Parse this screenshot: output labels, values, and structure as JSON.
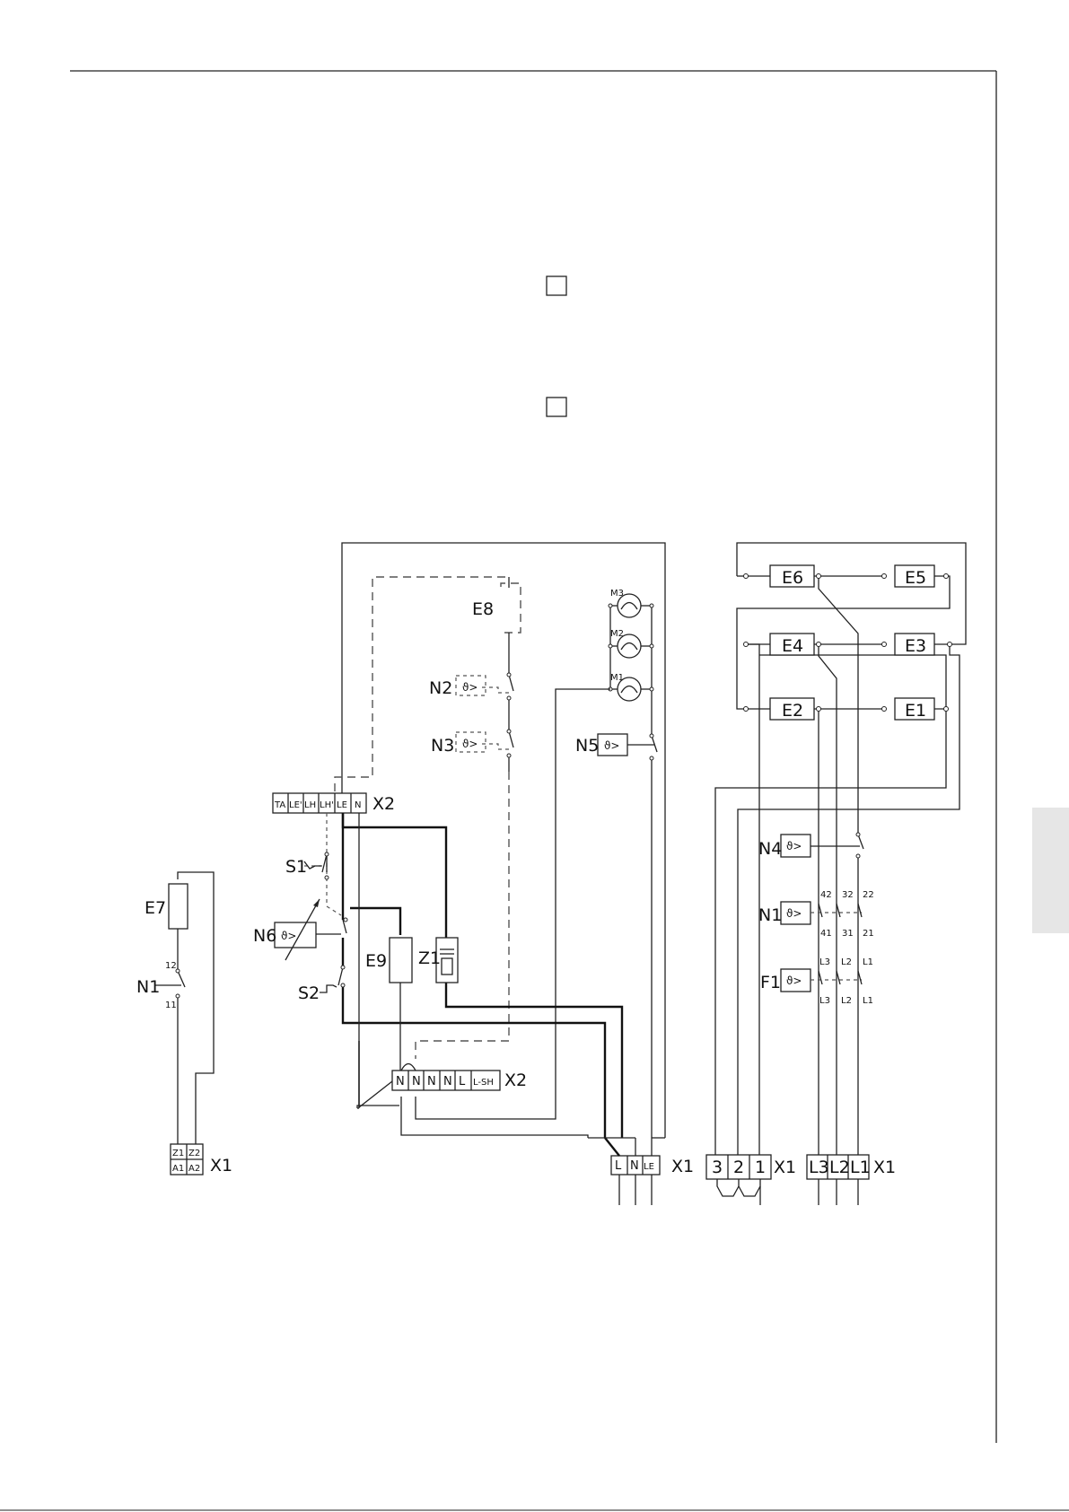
{
  "labels": {
    "E1": "E1",
    "E2": "E2",
    "E3": "E3",
    "E4": "E4",
    "E5": "E5",
    "E6": "E6",
    "E7": "E7",
    "E8": "E8",
    "E9": "E9",
    "N1": "N1",
    "N2": "N2",
    "N3": "N3",
    "N4": "N4",
    "N5": "N5",
    "N6": "N6",
    "S1": "S1",
    "S2": "S2",
    "F1": "F1",
    "Z1": "Z1",
    "M1": "M1",
    "M2": "M2",
    "M3": "M3",
    "X1": "X1",
    "X2": "X2"
  },
  "sensor_symbol": "ϑ>",
  "x2_top_terminals": [
    "TA",
    "LE'",
    "LH",
    "LH'",
    "LE",
    "N"
  ],
  "x2_bottom_terminals": [
    "N",
    "N",
    "N",
    "N",
    "L",
    "L-SH"
  ],
  "x1_supply_terminals": [
    "L",
    "N",
    "LE"
  ],
  "x1_control_terminals": [
    "3",
    "2",
    "1"
  ],
  "x1_power_terminals": [
    "L3",
    "L2",
    "L1"
  ],
  "x1_relay_terminals": [
    "Z1",
    "Z2",
    "A1",
    "A2"
  ],
  "n1_left_contacts": [
    "12",
    "11"
  ],
  "n1_contacts_top": [
    "42",
    "32",
    "22"
  ],
  "n1_contacts_bottom": [
    "41",
    "31",
    "21"
  ],
  "f1_contacts_top": [
    "L3",
    "L2",
    "L1"
  ],
  "f1_contacts_bottom": [
    "L3",
    "L2",
    "L1"
  ]
}
